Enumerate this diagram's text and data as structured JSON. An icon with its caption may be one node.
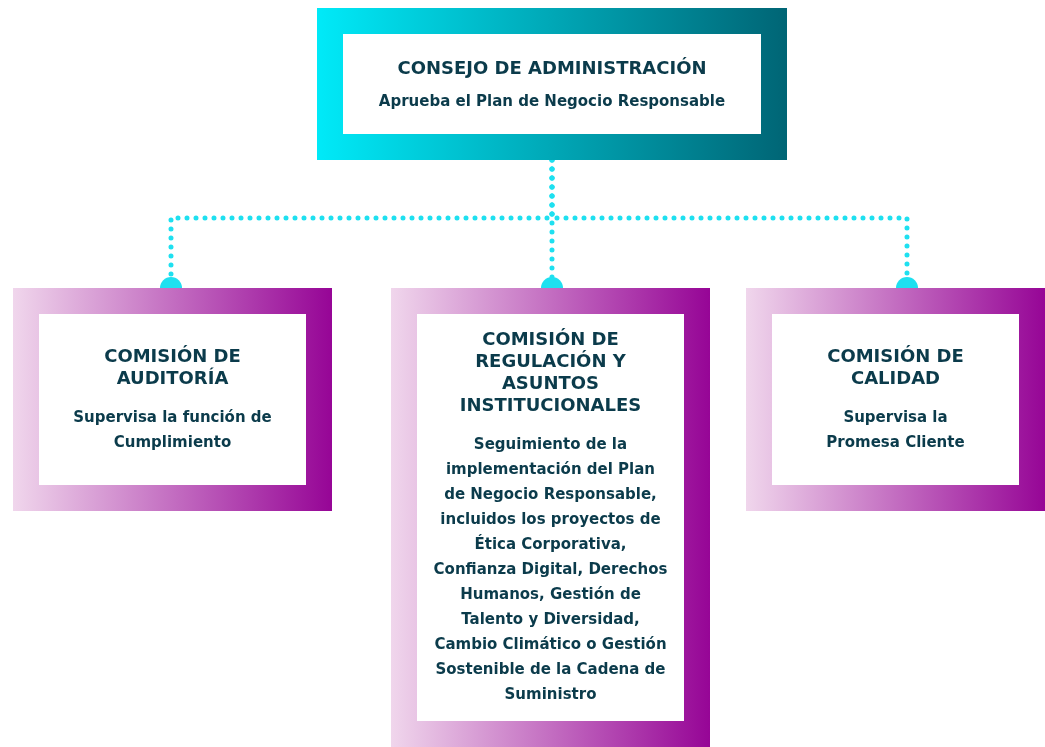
{
  "diagram": {
    "nodes": [
      {
        "text": [
          "CONSEJO DE ADMINISTRACIÓN",
          "Aprueba el Plan de Negocio Responsable"
        ]
      },
      {
        "text": [
          "COMISIÓN DE AUDITORÍA",
          "Supervisa la función de Cumplimiento"
        ]
      },
      {
        "text": [
          "COMISIÓN DE REGULACIÓN Y ASUNTOS INSTITUCIONALES",
          "Seguimiento de la implementación del Plan de Negocio Responsable, incluidos los proyectos de Ética Corporativa, Confianza Digital, Derechos Humanos, Gestión de Talento y Diversidad, Cambio Climático o Gestión Sostenible de la Cadena de Suministro"
        ]
      },
      {
        "text": [
          "COMISIÓN DE CALIDAD",
          "Supervisa la Promesa Cliente"
        ]
      }
    ],
    "edges": [
      {
        "from": 0,
        "to": 1,
        "arrow": "other",
        "style": "dashed"
      },
      {
        "from": 0,
        "to": 2,
        "arrow": "other",
        "style": "dashed"
      },
      {
        "from": 0,
        "to": 3,
        "arrow": "other",
        "style": "dashed"
      }
    ]
  }
}
